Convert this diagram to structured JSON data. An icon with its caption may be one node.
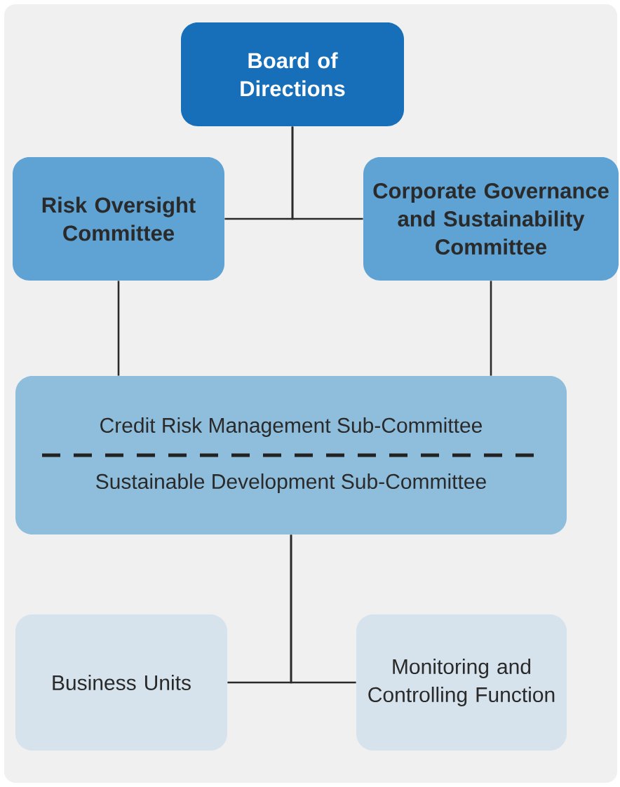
{
  "diagram": {
    "nodes": [
      {
        "text": [
          "Board of Directions"
        ]
      },
      {
        "text": [
          "Risk Oversight Committee"
        ]
      },
      {
        "text": [
          "Corporate Governance and Sustainability Committee"
        ]
      },
      {
        "text": [
          "Credit Risk Management Sub-Committee",
          "Sustainable Development Sub-Committee"
        ]
      },
      {
        "text": [
          "Business Units"
        ]
      },
      {
        "text": [
          "Monitoring and Controlling Function"
        ]
      }
    ],
    "edges": [
      {
        "from": 0,
        "to": 1,
        "arrow": "none"
      },
      {
        "from": 0,
        "to": 2,
        "arrow": "none"
      },
      {
        "from": 1,
        "to": 3,
        "arrow": "none"
      },
      {
        "from": 2,
        "to": 3,
        "arrow": "none"
      },
      {
        "from": 3,
        "to": 4,
        "arrow": "none"
      },
      {
        "from": 3,
        "to": 5,
        "arrow": "none"
      }
    ]
  }
}
